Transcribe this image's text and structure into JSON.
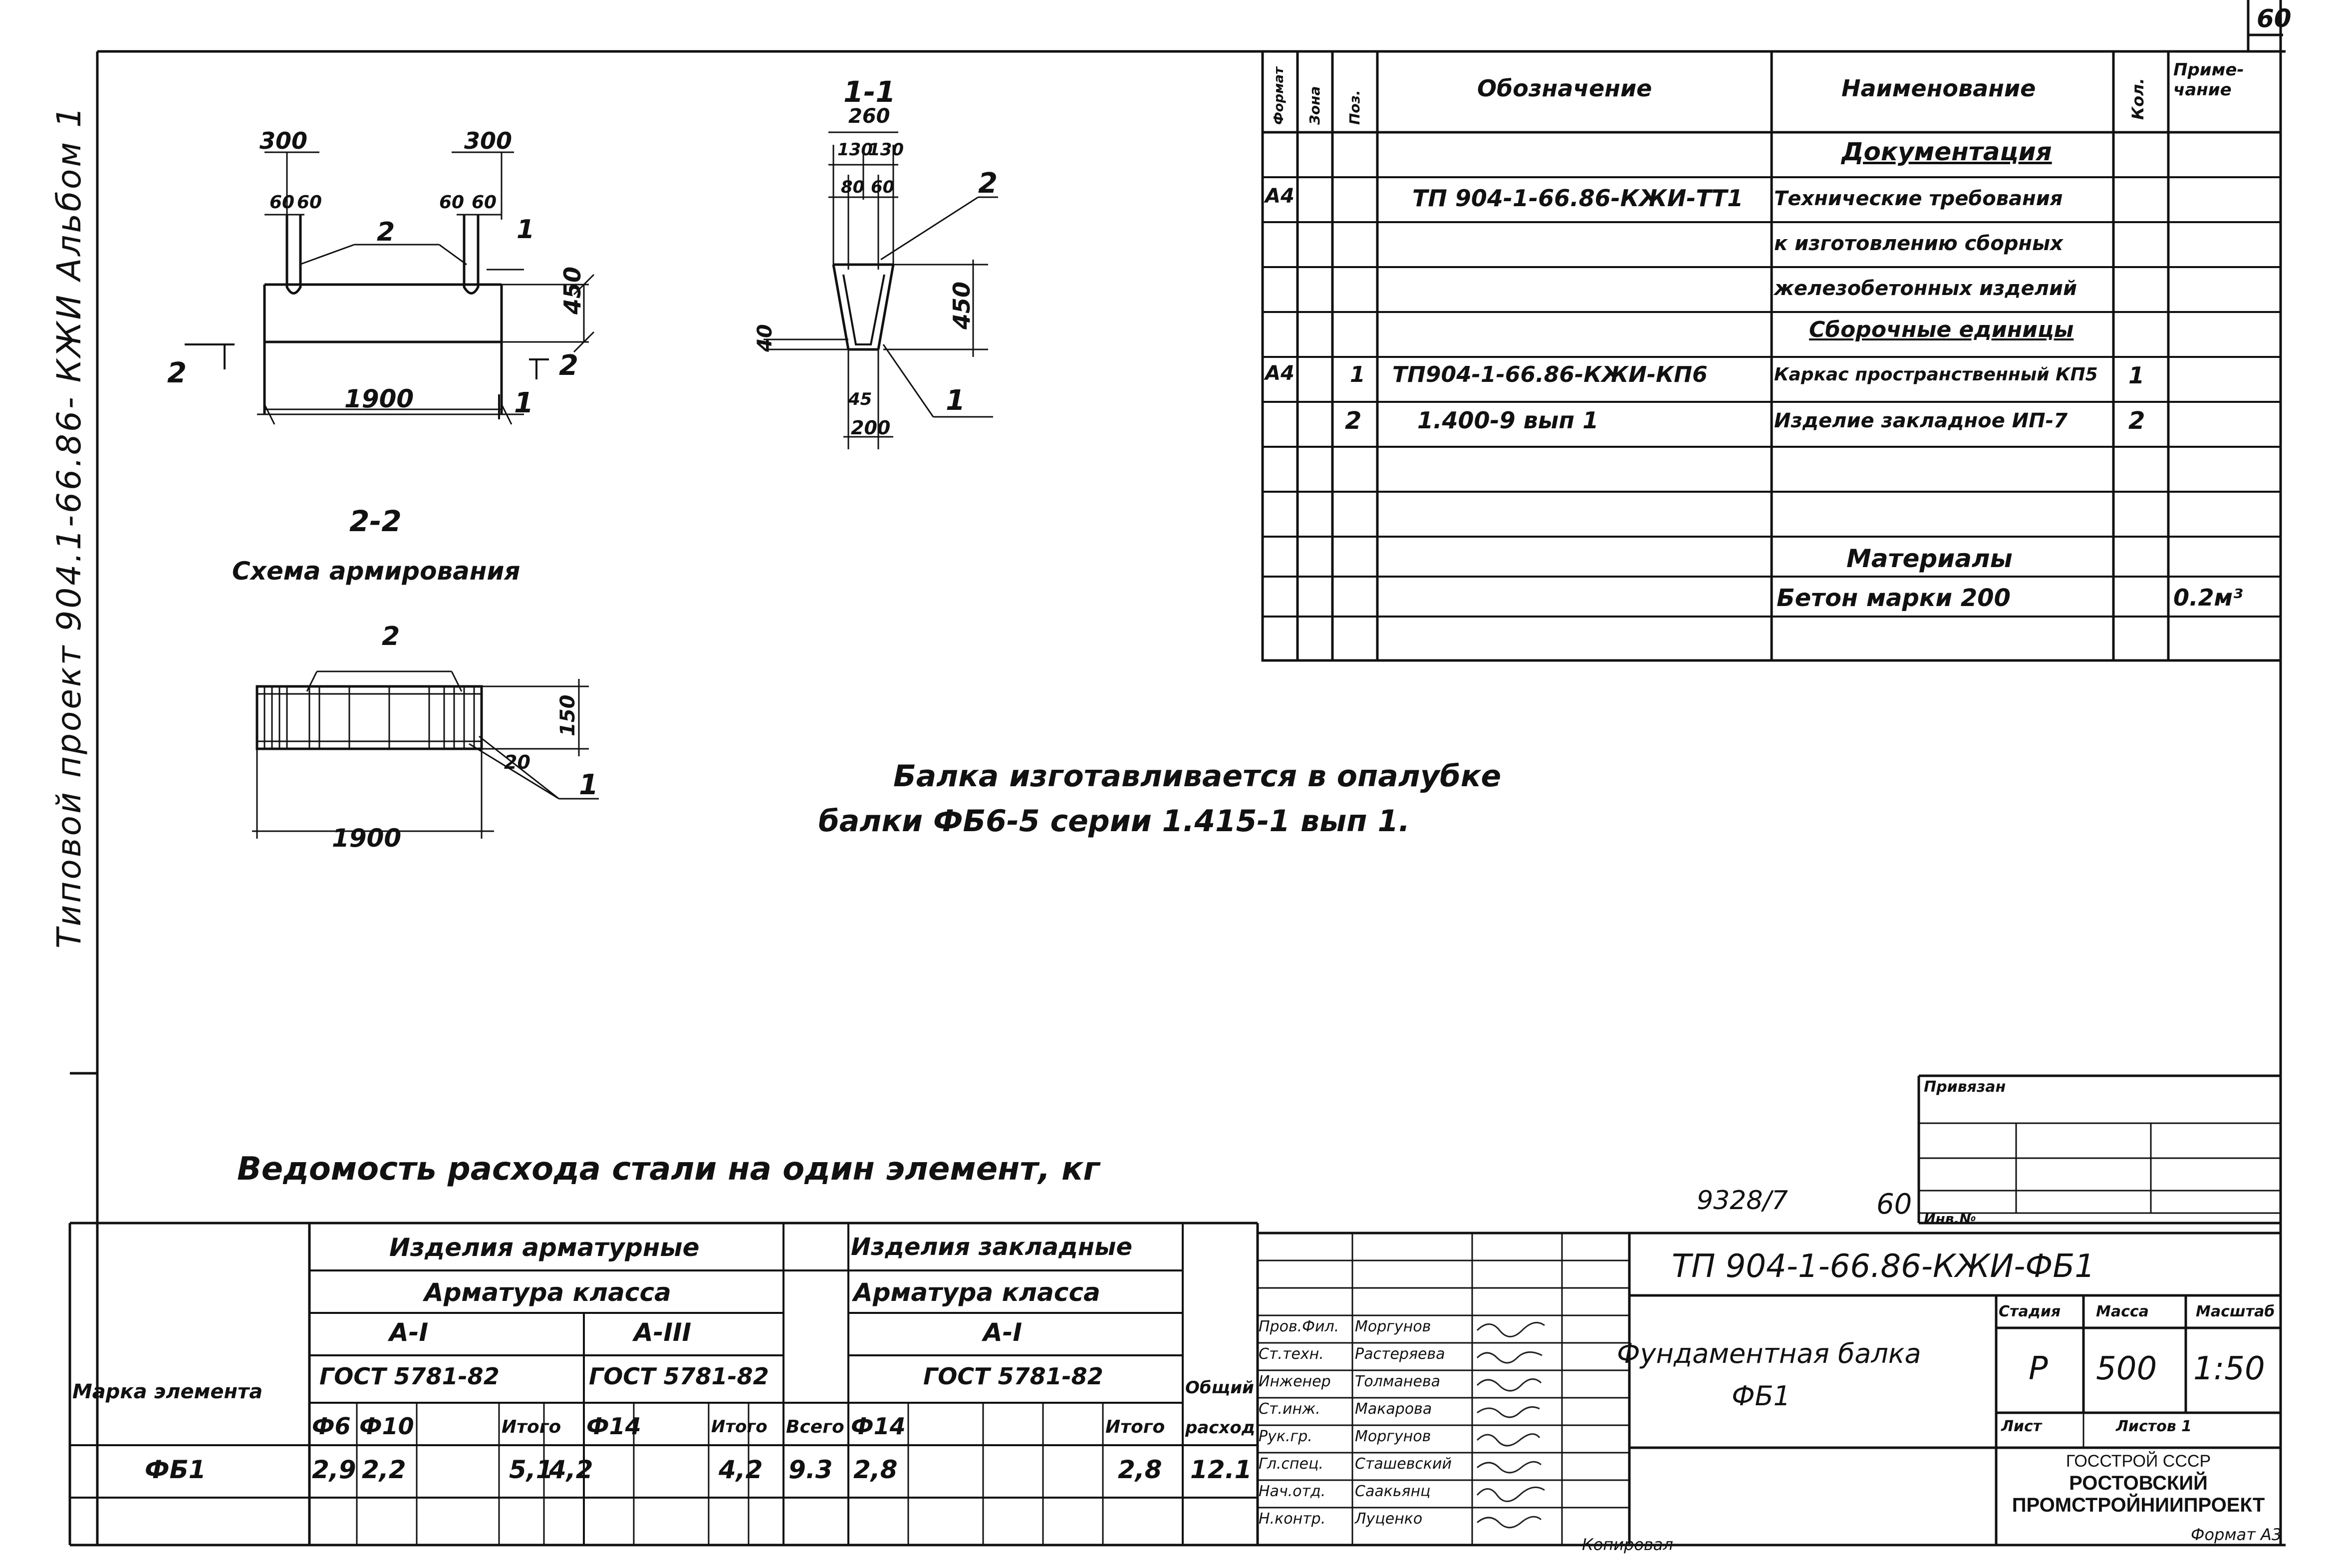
{
  "page_number": "60",
  "side_title": "Типовой проект 904.1-66.86- КЖИ Альбом 1",
  "drawing": {
    "elev": {
      "dim_300_left": "300",
      "dim_300_right": "300",
      "dim_60_a": "60",
      "dim_60_b": "60",
      "dim_60_c": "60",
      "dim_60_d": "60",
      "dim_450": "450",
      "dim_1900": "1900",
      "pos_2": "2",
      "pos_1": "1",
      "cut_2_left": "2",
      "cut_2_right": "2",
      "cut_1": "1"
    },
    "section": {
      "title": "1-1",
      "dim_260": "260",
      "dim_130a": "130",
      "dim_130b": "130",
      "dim_80": "80",
      "dim_60": "60",
      "dim_450": "450",
      "dim_40": "40",
      "dim_45": "45",
      "dim_200": "200",
      "pos_2": "2",
      "pos_1": "1"
    },
    "plan": {
      "title": "2-2",
      "subtitle": "Схема армирования",
      "dim_150": "150",
      "dim_20": "20",
      "dim_1900": "1900",
      "pos_2": "2",
      "pos_1": "1"
    },
    "note_line1": "Балка изготавливается в опалубке",
    "note_line2": "балки ФБ6-5 серии 1.415-1 вып 1."
  },
  "spec": {
    "headers": {
      "format": "Формат",
      "zone": "Зона",
      "pos": "Поз.",
      "designation": "Обозначение",
      "name": "Наименование",
      "qty": "Кол.",
      "note": "Приме-чание"
    },
    "rows": [
      {
        "format": "",
        "zone": "",
        "pos": "",
        "designation": "",
        "name": "Документация",
        "qty": "",
        "note": ""
      },
      {
        "format": "А4",
        "zone": "",
        "pos": "",
        "designation": "ТП 904-1-66.86-КЖИ-ТТ1",
        "name": "Технические требования",
        "qty": "",
        "note": ""
      },
      {
        "format": "",
        "zone": "",
        "pos": "",
        "designation": "",
        "name": "к изготовлению сборных",
        "qty": "",
        "note": ""
      },
      {
        "format": "",
        "zone": "",
        "pos": "",
        "designation": "",
        "name": "железобетонных изделий",
        "qty": "",
        "note": ""
      },
      {
        "format": "",
        "zone": "",
        "pos": "",
        "designation": "",
        "name": "Сборочные единицы",
        "qty": "",
        "note": ""
      },
      {
        "format": "А4",
        "zone": "",
        "pos": "1",
        "designation": "ТП904-1-66.86-КЖИ-КП6",
        "name": "Каркас пространственный КП5",
        "qty": "1",
        "note": ""
      },
      {
        "format": "",
        "zone": "",
        "pos": "2",
        "designation": "1.400-9 вып 1",
        "name": "Изделие закладное ИП-7",
        "qty": "2",
        "note": ""
      },
      {
        "format": "",
        "zone": "",
        "pos": "",
        "designation": "",
        "name": "",
        "qty": "",
        "note": ""
      },
      {
        "format": "",
        "zone": "",
        "pos": "",
        "designation": "",
        "name": "",
        "qty": "",
        "note": ""
      },
      {
        "format": "",
        "zone": "",
        "pos": "",
        "designation": "",
        "name": "Материалы",
        "qty": "",
        "note": ""
      },
      {
        "format": "",
        "zone": "",
        "pos": "",
        "designation": "",
        "name": "Бетон марки 200",
        "qty": "",
        "note": "0.2м³"
      }
    ]
  },
  "steel": {
    "title": "Ведомость расхода стали на один элемент, кг",
    "col_mark": "Марка элемента",
    "group_reinf": "Изделия арматурные",
    "group_embed": "Изделия закладные",
    "reinf_class": "Арматура класса",
    "embed_class": "Арматура класса",
    "class_AI": "А-I",
    "class_AIII": "А-III",
    "class_AI_embed": "А-I",
    "gost_1": "ГОСТ 5781-82",
    "gost_2": "ГОСТ 5781-82",
    "gost_3": "ГОСТ 5781-82",
    "col_total_consumption": "Общий расход",
    "sub_headers": {
      "d6": "Ф6",
      "d10": "Ф10",
      "itogo1": "Итого",
      "d14": "Ф14",
      "itogo2": "Итого",
      "vsego": "Всего",
      "d14e": "Ф14",
      "itogo3": "Итого"
    },
    "row": {
      "mark": "ФБ1",
      "d6": "2,9",
      "d10": "2,2",
      "itogo1": "5,1",
      "d14": "4,2",
      "itogo2": "4,2",
      "vsego": "9.3",
      "d14e": "2,8",
      "itogo3": "2,8",
      "total": "12.1"
    }
  },
  "stamp": {
    "privyazan": "Привязан",
    "inv_no": "Инв.№",
    "sheet_code": "9328/7",
    "sheet_num": "60",
    "doc_code": "ТП 904-1-66.86-КЖИ-ФБ1",
    "title_line1": "Фундаментная балка",
    "title_line2": "ФБ1",
    "stage_label": "Стадия",
    "mass_label": "Масса",
    "scale_label": "Масштаб",
    "stage": "Р",
    "mass": "500",
    "scale": "1:50",
    "sheet_label": "Лист",
    "sheets_label": "Листов 1",
    "org_line1": "ГОССТРОЙ СССР",
    "org_line2": "РОСТОВСКИЙ",
    "org_line3": "ПРОМСТРОЙНИИПРОЕКТ",
    "signers": [
      {
        "role": "Пров.Фил.",
        "name": "Моргунов"
      },
      {
        "role": "Ст.техн.",
        "name": "Растеряева"
      },
      {
        "role": "Инженер",
        "name": "Толманева"
      },
      {
        "role": "Ст.инж.",
        "name": "Макарова"
      },
      {
        "role": "Рук.гр.",
        "name": "Моргунов"
      },
      {
        "role": "Гл.спец.",
        "name": "Сташевский"
      },
      {
        "role": "Нач.отд.",
        "name": "Саакьянц"
      },
      {
        "role": "Н.контр.",
        "name": "Луценко"
      }
    ],
    "copied": "Копировал",
    "format": "Формат А3"
  }
}
